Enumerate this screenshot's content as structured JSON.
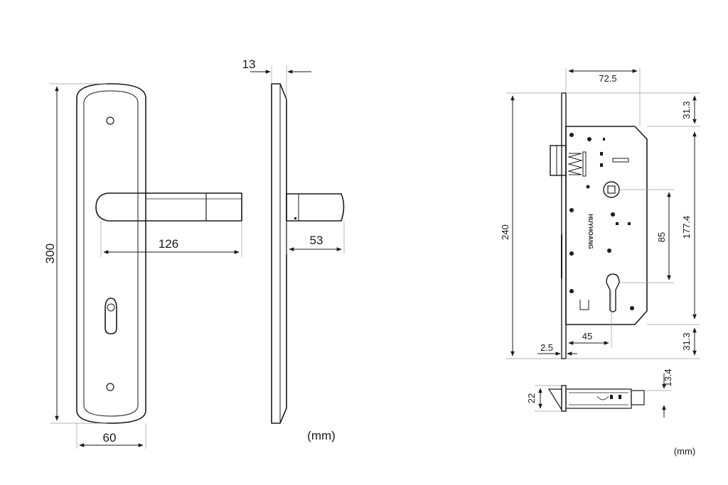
{
  "handle_plate": {
    "height_label": "300",
    "width_label": "60",
    "lever_length_label": "126"
  },
  "side_view": {
    "thickness_label": "13",
    "projection_label": "53",
    "unit_label": "(mm)"
  },
  "mortise_lock": {
    "backset_label": "72.5",
    "total_height_label": "240",
    "body_height_label": "177.4",
    "top_offset_label": "31.3",
    "bottom_offset_label": "31.3",
    "center_distance_label": "85",
    "cylinder_backset_label": "45",
    "faceplate_thickness_label": "2.5",
    "brand_stamp": "HUYHOANG",
    "unit_label": "(mm)"
  },
  "latch_view": {
    "latch_height_label": "22",
    "latch_offset_label": "13.4"
  },
  "colors": {
    "line": "#1a1a1a",
    "shade": "#2b2b2b",
    "background": "#ffffff"
  }
}
